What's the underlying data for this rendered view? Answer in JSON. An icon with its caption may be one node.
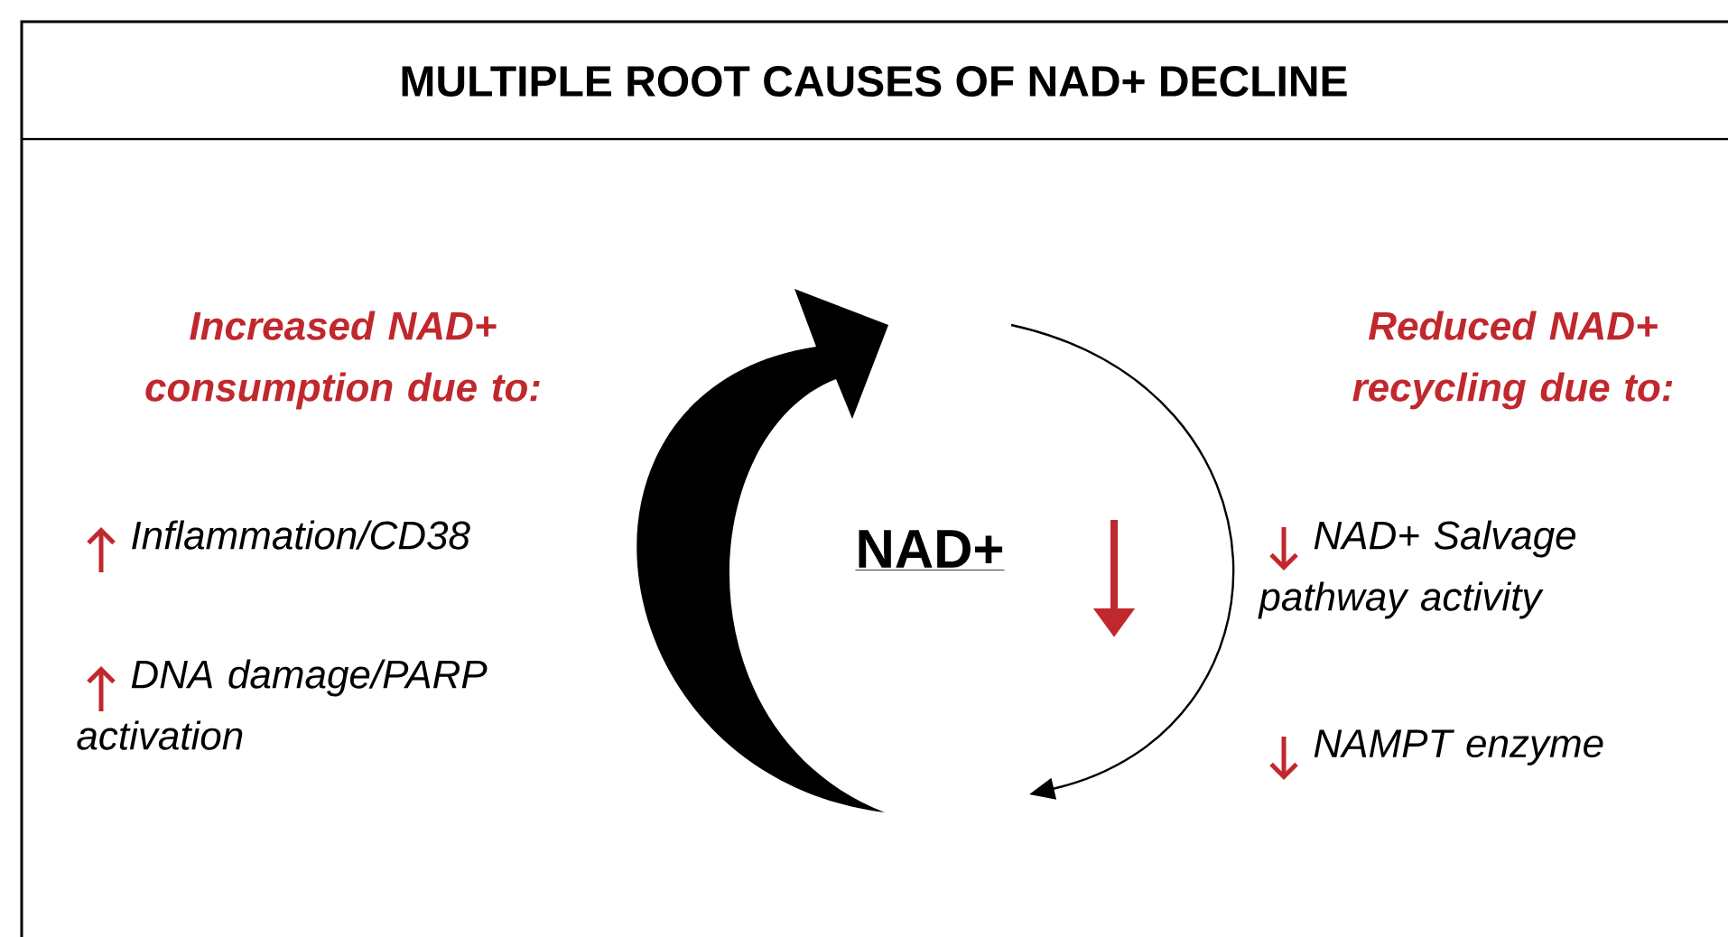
{
  "diagram": {
    "title": "MULTIPLE ROOT CAUSES OF NAD+ DECLINE",
    "labels": [
      "Increased NAD+ consumption due to:",
      "Inflammation/CD38",
      "DNA damage/PARP activation",
      "NAD+",
      "Reduced NAD+ recycling due to:",
      "NAD+ Salvage pathway activity",
      "NAMPT enzyme"
    ]
  }
}
